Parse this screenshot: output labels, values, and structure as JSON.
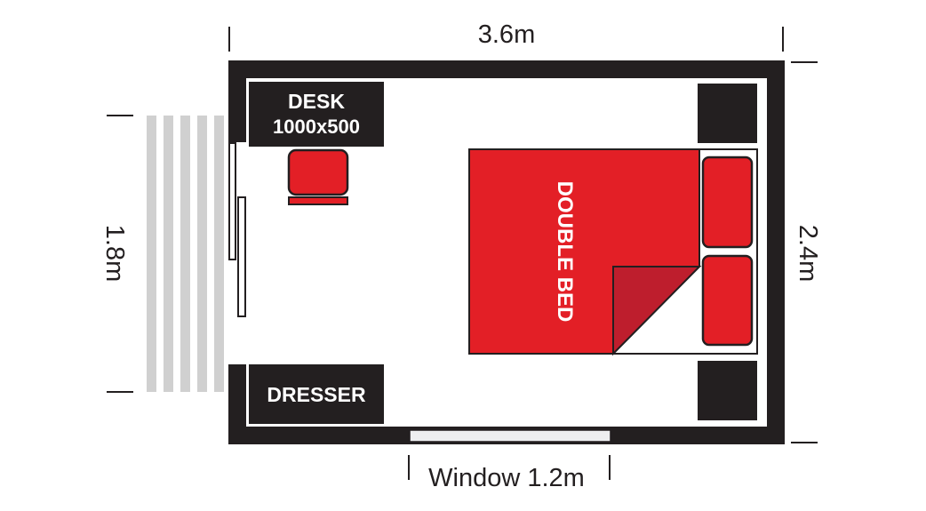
{
  "dimensions": {
    "width": "3.6m",
    "height": "2.4m",
    "door_step": "1.8m",
    "window": "Window 1.2m"
  },
  "furniture": {
    "desk_title": "DESK",
    "desk_size": "1000x500",
    "dresser": "DRESSER",
    "bed": "DOUBLE BED"
  },
  "colors": {
    "wall": "#231f20",
    "bed_red": "#e31f26",
    "fold_red": "#be1e2d",
    "steps": "#d0d0d0",
    "window": "#eeeef0"
  }
}
